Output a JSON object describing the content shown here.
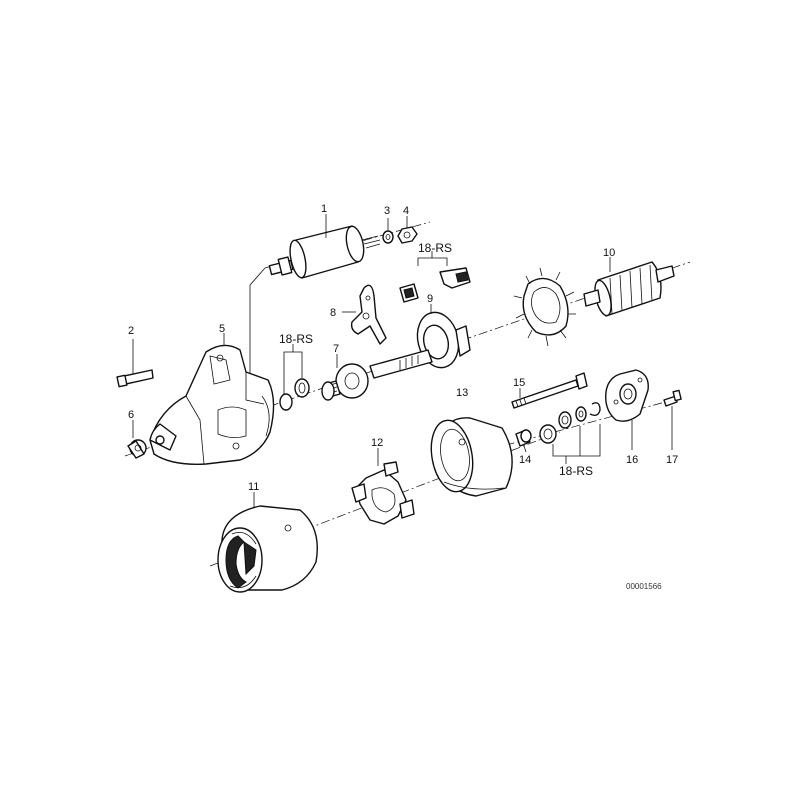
{
  "diagram": {
    "callouts": {
      "c1": "1",
      "c2": "2",
      "c3": "3",
      "c4": "4",
      "c5": "5",
      "c6": "6",
      "c7": "7",
      "c8": "8",
      "c9": "9",
      "c10": "10",
      "c11": "11",
      "c12": "12",
      "c13": "13",
      "c14": "14",
      "c15": "15",
      "c16": "16",
      "c17": "17",
      "rs_a": "18-RS",
      "rs_b": "18-RS",
      "rs_c": "18-RS"
    },
    "image_code": "00001566"
  }
}
